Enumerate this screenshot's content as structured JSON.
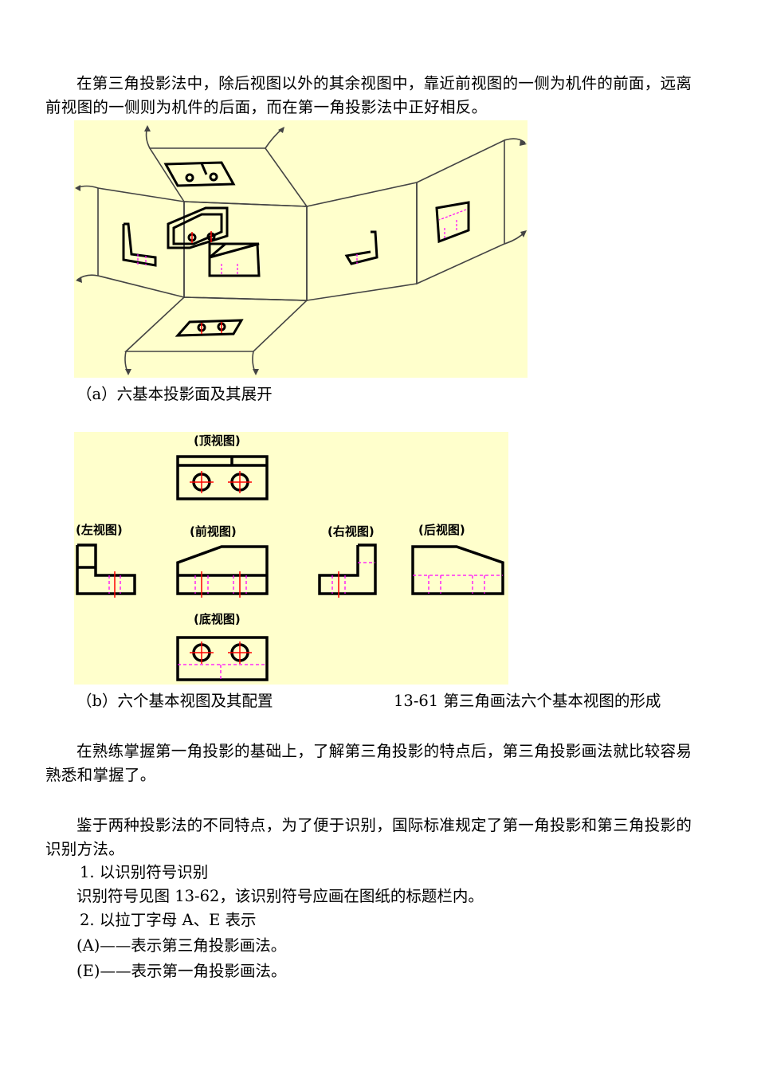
{
  "intro_paragraph": "在第三角投影法中，除后视图以外的其余视图中，靠近前视图的一侧为机件的前面，远离前视图的一侧则为机件的后面，而在第一角投影法中正好相反。",
  "figure_a": {
    "caption": "（a）六基本投影面及其展开"
  },
  "figure_b": {
    "caption": "（b）六个基本视图及其配置",
    "labels": {
      "top": "(顶视图)",
      "left": "(左视图)",
      "front": "(前视图)",
      "right": "(右视图)",
      "back": "(后视图)",
      "bottom": "(底视图)"
    }
  },
  "figure_caption": "13-61 第三角画法六个基本视图的形成",
  "paragraph_2": "在熟练掌握第一角投影的基础上，了解第三角投影的特点后，第三角投影画法就比较容易熟悉和掌握了。",
  "paragraph_3": "鉴于两种投影法的不同特点，为了便于识别，国际标准规定了第一角投影和第三角投影的识别方法。",
  "item_1_title": "1. 以识别符号识别",
  "item_1_text": "识别符号见图 13-62，该识别符号应画在图纸的标题栏内。",
  "item_2_title": "2. 以拉丁字母 A、E 表示",
  "item_2_line_a": "(A)——表示第三角投影画法。",
  "item_2_line_e": "(E)——表示第一角投影画法。"
}
